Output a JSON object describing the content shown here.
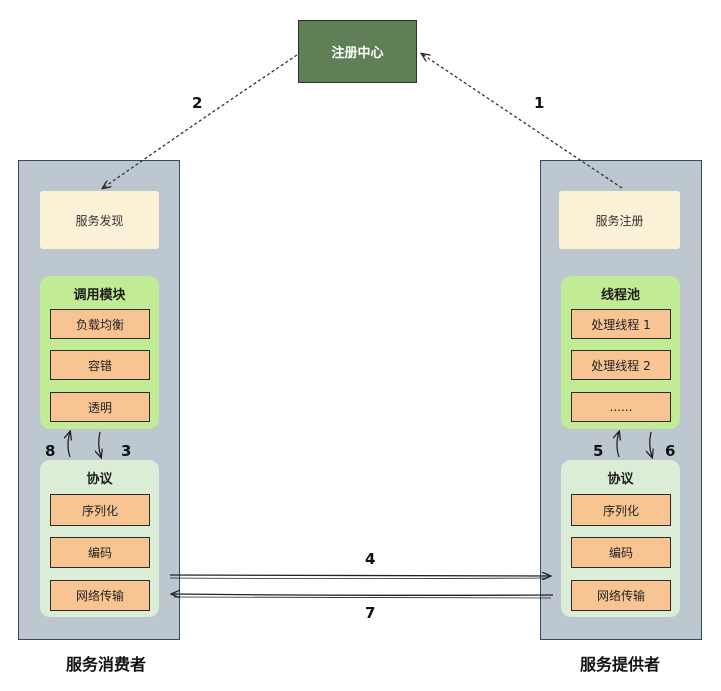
{
  "registry": {
    "label": "注册中心"
  },
  "consumer": {
    "label": "服务消费者",
    "discovery": "服务发现",
    "call_module": {
      "title": "调用模块",
      "items": [
        "负载均衡",
        "容错",
        "透明"
      ]
    },
    "protocol": {
      "title": "协议",
      "items": [
        "序列化",
        "编码",
        "网络传输"
      ]
    }
  },
  "provider": {
    "label": "服务提供者",
    "registration": "服务注册",
    "thread_pool": {
      "title": "线程池",
      "items": [
        "处理线程 1",
        "处理线程 2",
        "......"
      ]
    },
    "protocol": {
      "title": "协议",
      "items": [
        "序列化",
        "编码",
        "网络传输"
      ]
    }
  },
  "steps": {
    "s1": "1",
    "s2": "2",
    "s3": "3",
    "s4": "4",
    "s5": "5",
    "s6": "6",
    "s7": "7",
    "s8": "8"
  },
  "colors": {
    "registry_bg": "#5f7f56",
    "column_bg": "#bdc7d0",
    "discovery_bg": "#fbf1d6",
    "module_bg": "#c1eb94",
    "protocol_bg": "#dbecd7",
    "item_bg": "#f8c491"
  }
}
